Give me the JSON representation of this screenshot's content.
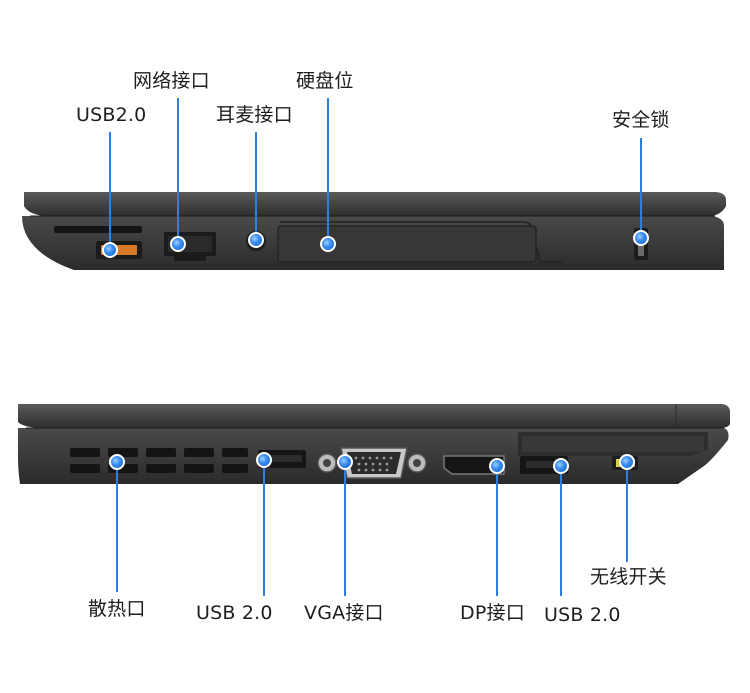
{
  "colors": {
    "accent": "#2f7fe0",
    "laptop_body": "#3a3a3a",
    "laptop_dark": "#232323",
    "label_text": "#1e1e1e",
    "background": "#ffffff"
  },
  "top_view": {
    "labels": {
      "usb": "USB2.0",
      "ethernet": "网络接口",
      "audio": "耳麦接口",
      "hdd": "硬盘位",
      "lock": "安全锁"
    }
  },
  "bottom_view": {
    "labels": {
      "vent": "散热口",
      "usb_left": "USB 2.0",
      "vga": "VGA接口",
      "dp": "DP接口",
      "usb_right": "USB 2.0",
      "wifi_switch": "无线开关"
    }
  }
}
